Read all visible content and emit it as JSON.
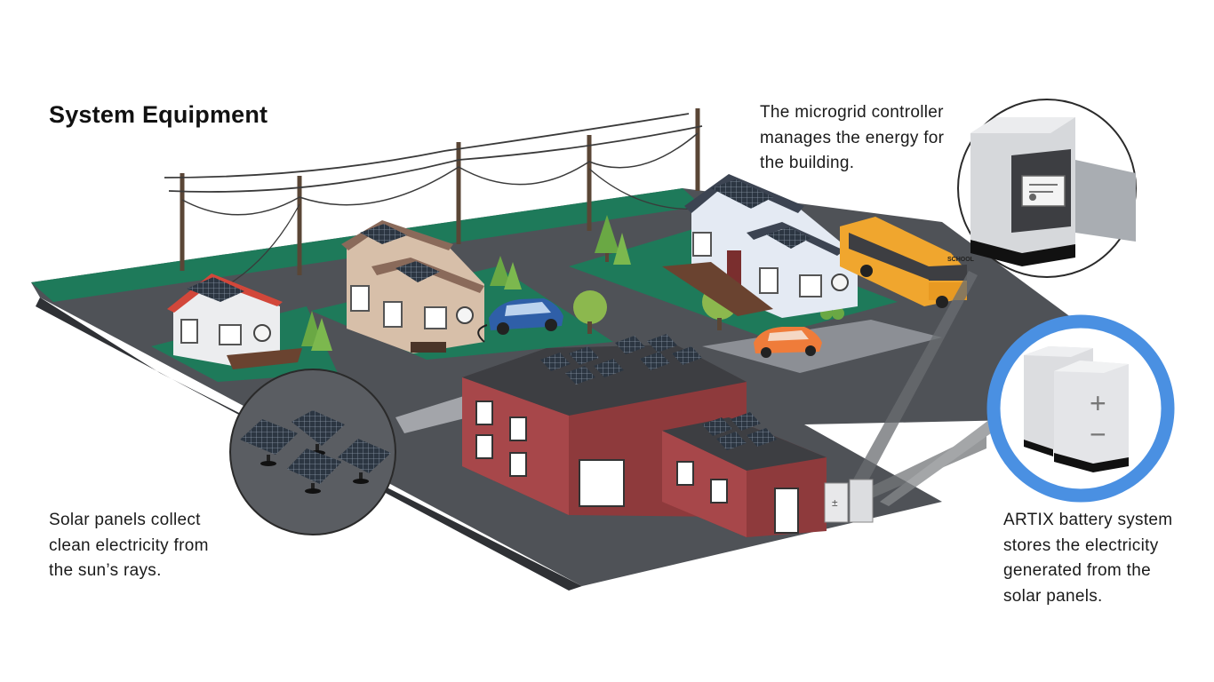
{
  "title": "System Equipment",
  "callouts": {
    "solar": {
      "lines": [
        "Solar panels collect",
        "clean electricity from",
        "the sun’s rays."
      ],
      "icon": "solar-panel-icon"
    },
    "controller": {
      "lines": [
        "The microgrid controller",
        "manages the energy for",
        "the building."
      ],
      "icon": "microgrid-controller-icon"
    },
    "battery": {
      "lines": [
        "ARTIX battery system",
        "stores the electricity",
        "generated from the",
        "solar panels."
      ],
      "icon": "battery-icon"
    }
  },
  "labels": {
    "bus_sign": "SCHOOL",
    "battery_plus": "+",
    "battery_minus": "−"
  },
  "colors": {
    "grass": "#1e7a5a",
    "ground": "#5a5d62",
    "school_brick": "#8e3a3c",
    "school_roof": "#3d3e42",
    "bus": "#f0a62e",
    "car_blue": "#2f5fa8",
    "car_orange": "#ef7c3a",
    "battery_ring": "#4a90e2",
    "solar_panel": "#2c3642"
  }
}
